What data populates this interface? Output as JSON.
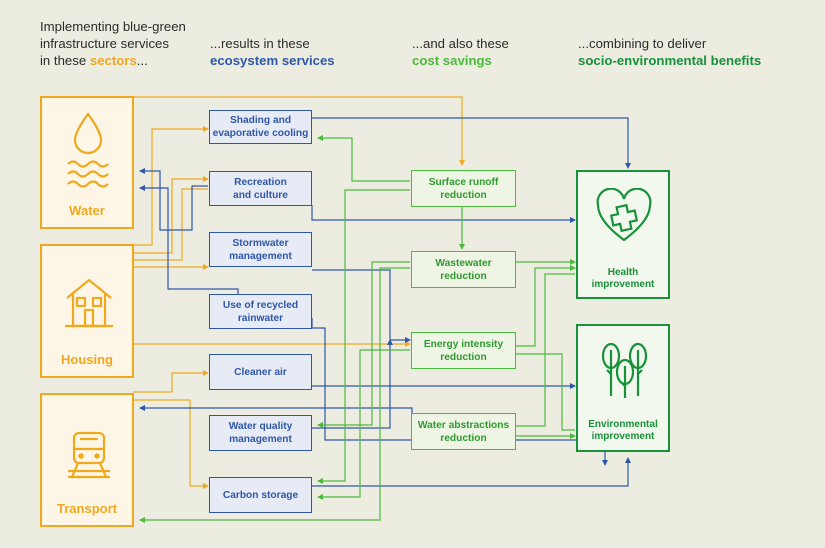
{
  "headers": {
    "sectors": {
      "line1": "Implementing blue-green",
      "line2": "infrastructure services",
      "line3_pre": "in these ",
      "line3_hl": "sectors",
      "line3_post": "..."
    },
    "ecosystem": {
      "line1": "...results in these",
      "line2": "ecosystem services"
    },
    "cost": {
      "line1": "...and also these",
      "line2": "cost savings"
    },
    "benefits": {
      "line1": "...combining to deliver",
      "line2": "socio-environmental benefits"
    }
  },
  "sectors": {
    "water": {
      "label": "Water",
      "icon": "water-drop-icon"
    },
    "housing": {
      "label": "Housing",
      "icon": "house-icon"
    },
    "transport": {
      "label": "Transport",
      "icon": "train-icon"
    }
  },
  "ecosystem_services": [
    {
      "l1": "Shading and",
      "l2": "evaporative cooling"
    },
    {
      "l1": "Recreation",
      "l2": "and culture"
    },
    {
      "l1": "Stormwater",
      "l2": "management"
    },
    {
      "l1": "Use of recycled",
      "l2": "rainwater"
    },
    {
      "l1": "Cleaner air",
      "l2": ""
    },
    {
      "l1": "Water quality",
      "l2": "management"
    },
    {
      "l1": "Carbon storage",
      "l2": ""
    }
  ],
  "cost_savings": [
    {
      "l1": "Surface runoff",
      "l2": "reduction"
    },
    {
      "l1": "Wastewater",
      "l2": "reduction"
    },
    {
      "l1": "Energy intensity",
      "l2": "reduction"
    },
    {
      "l1": "Water abstractions",
      "l2": "reduction"
    }
  ],
  "benefits": {
    "health": {
      "l1": "Health",
      "l2": "improvement",
      "icon": "heart-cross-icon"
    },
    "environmental": {
      "l1": "Environmental",
      "l2": "improvement",
      "icon": "trees-icon"
    }
  },
  "colors": {
    "sector": "#f0a81c",
    "ecosystem": "#2f57a8",
    "cost": "#4cba3c",
    "benefit": "#17923a",
    "background": "#edece0"
  }
}
